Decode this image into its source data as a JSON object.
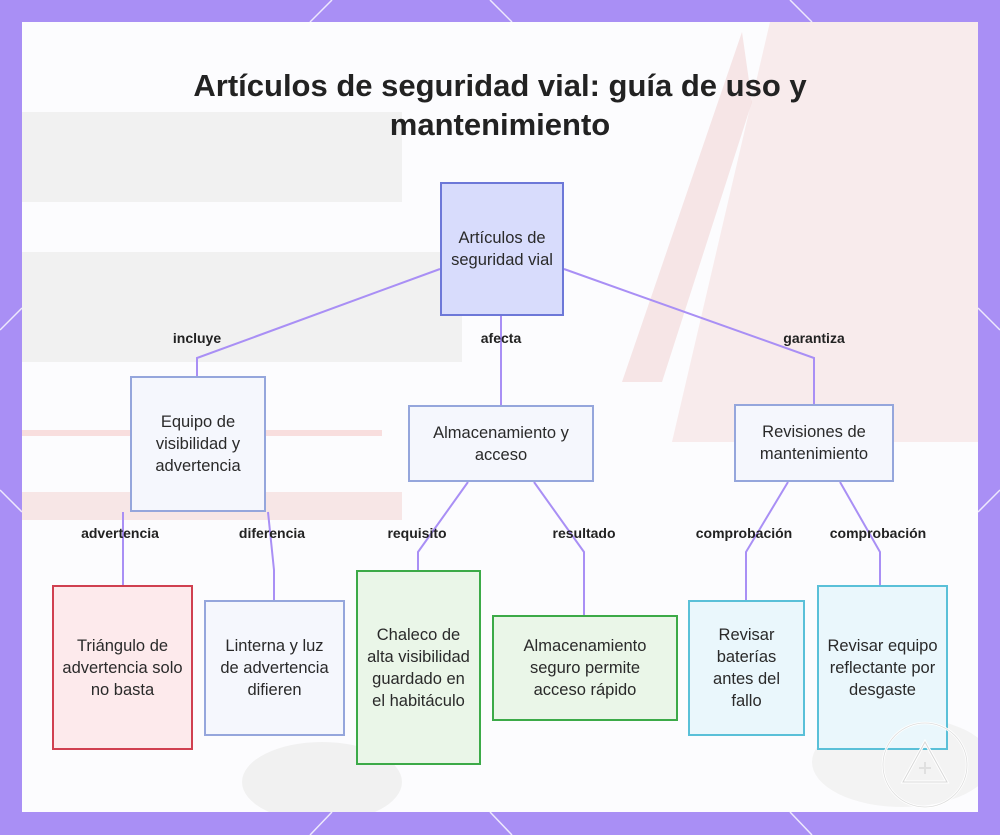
{
  "title": "Artículos de seguridad vial: guía de uso y mantenimiento",
  "nodes": {
    "root": "Artículos de seguridad vial",
    "visibility": "Equipo de visibilidad y advertencia",
    "storage": "Almacenamiento y acceso",
    "maintenance": "Revisiones de mantenimiento",
    "triangle": "Triángulo de advertencia solo no basta",
    "flashlight": "Linterna y luz de advertencia difieren",
    "vest": "Chaleco de alta visibilidad guardado en el habitáculo",
    "secure_storage": "Almacenamiento seguro permite acceso rápido",
    "batteries": "Revisar baterías antes del fallo",
    "reflective": "Revisar equipo reflectante por desgaste"
  },
  "edges": {
    "incluye": "incluye",
    "afecta": "afecta",
    "garantiza": "garantiza",
    "advertencia": "advertencia",
    "diferencia": "diferencia",
    "requisito": "requisito",
    "resultado": "resultado",
    "comprobacion_1": "comprobación",
    "comprobacion_2": "comprobación"
  },
  "colors": {
    "frame": "#a98ff5",
    "link": "#a98ff5",
    "root_fill": "#d8dcfc",
    "red_border": "#d04050",
    "green_border": "#3caa48",
    "cyan_border": "#5ac0d8"
  },
  "icons": {
    "watermark": "warning-triangle-icon"
  }
}
